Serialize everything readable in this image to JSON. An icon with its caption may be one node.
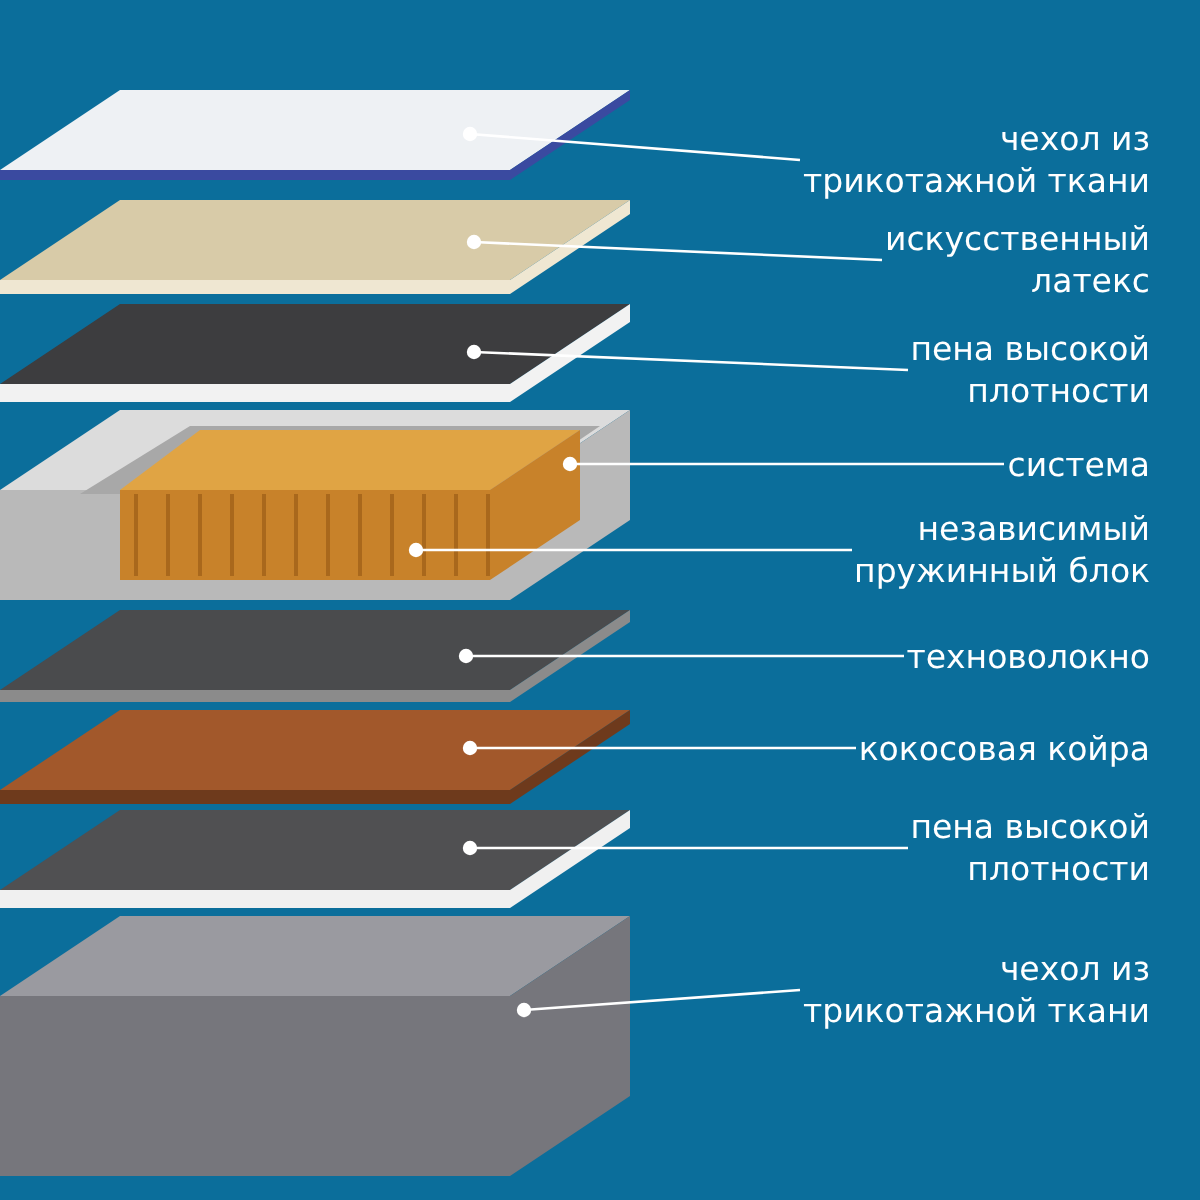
{
  "diagram": {
    "nodes": [
      {
        "text": [
          "чехол из трикотажной ткани"
        ]
      },
      {
        "text": [
          "искусственный латекс"
        ]
      },
      {
        "text": [
          "пена высокой плотности"
        ]
      },
      {
        "text": [
          "система"
        ]
      },
      {
        "text": [
          "независимый пружинный блок"
        ]
      },
      {
        "text": [
          "техноволокно"
        ]
      },
      {
        "text": [
          "кокосовая койра"
        ]
      },
      {
        "text": [
          "пена высокой плотности"
        ]
      },
      {
        "text": [
          "чехол из трикотажной ткани"
        ]
      },
      {
        "text": [],
        "shape": "box"
      },
      {
        "text": [],
        "shape": "box"
      },
      {
        "text": [],
        "shape": "box"
      },
      {
        "text": [],
        "shape": "box"
      },
      {
        "text": [],
        "shape": "box",
        "in": 12
      },
      {
        "text": [],
        "shape": "box"
      },
      {
        "text": [],
        "shape": "box"
      },
      {
        "text": [],
        "shape": "box"
      },
      {
        "text": [],
        "shape": "box"
      }
    ],
    "edges": [
      {
        "from": 0,
        "to": 9,
        "arrow": "other"
      },
      {
        "from": 1,
        "to": 10,
        "arrow": "other"
      },
      {
        "from": 2,
        "to": 11,
        "arrow": "other"
      },
      {
        "from": 3,
        "to": 12,
        "arrow": "other"
      },
      {
        "from": 4,
        "to": 13,
        "arrow": "other"
      },
      {
        "from": 5,
        "to": 14,
        "arrow": "other"
      },
      {
        "from": 6,
        "to": 15,
        "arrow": "other"
      },
      {
        "from": 7,
        "to": 16,
        "arrow": "other"
      },
      {
        "from": 8,
        "to": 17,
        "arrow": "other"
      }
    ]
  }
}
